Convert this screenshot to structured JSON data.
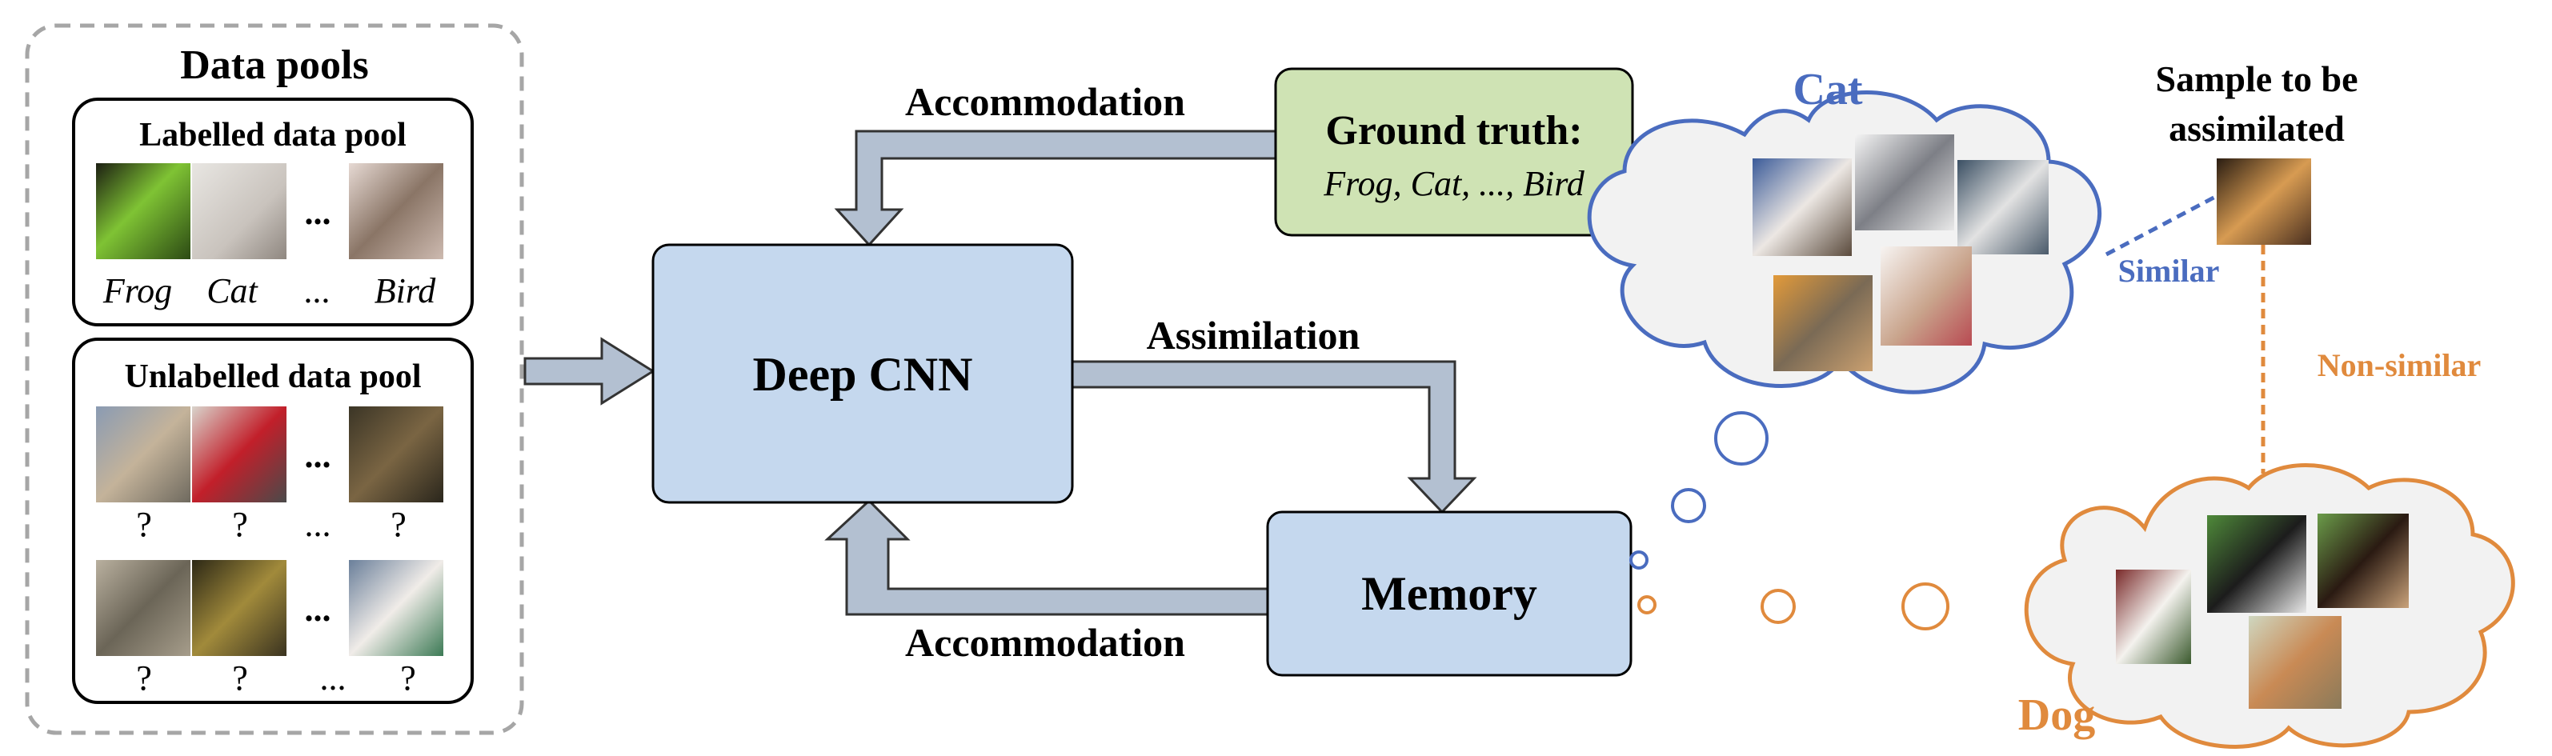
{
  "data_pools": {
    "title": "Data pools",
    "labelled": {
      "title": "Labelled data pool",
      "ellipsis": "...",
      "labels": [
        "Frog",
        "Cat",
        "...",
        "Bird"
      ]
    },
    "unlabelled": {
      "title": "Unlabelled data pool",
      "ellipsis": "...",
      "row1_marks": [
        "?",
        "?",
        "...",
        "?"
      ],
      "row2_marks": [
        "?",
        "?",
        "...",
        "?"
      ]
    }
  },
  "ground_truth": {
    "title": "Ground truth:",
    "classes": "Frog, Cat, ..., Bird"
  },
  "flow": {
    "top_label": "Accommodation",
    "middle_label": "Assimilation",
    "bottom_label": "Accommodation"
  },
  "model": {
    "label": "Deep CNN"
  },
  "memory": {
    "label": "Memory"
  },
  "clouds": {
    "cat_label": "Cat",
    "dog_label": "Dog"
  },
  "sample": {
    "line1": "Sample to be",
    "line2": "assimilated",
    "similar_label": "Similar",
    "nonsimilar_label": "Non-similar"
  },
  "colors": {
    "box_fill": "#c5d8ee",
    "ground_truth_fill": "#cfe3b4",
    "arrow_fill": "#b3c0d1",
    "cat_blue": "#4a6cbf",
    "dog_orange": "#e08a3d",
    "cloud_fill": "#f2f2f2",
    "dashed_border": "#a6a6a6"
  }
}
